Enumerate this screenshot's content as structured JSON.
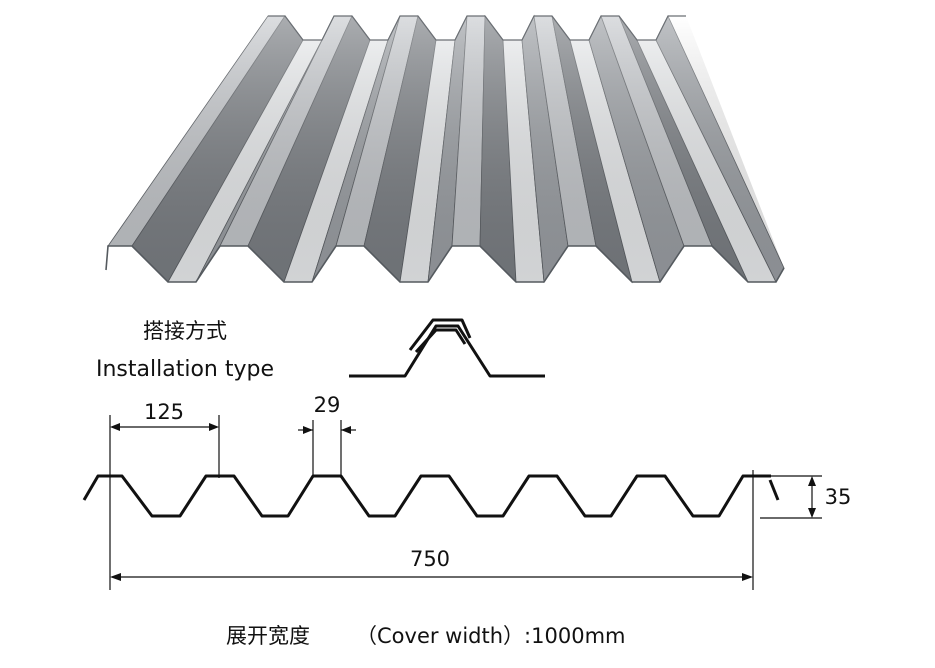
{
  "installation": {
    "title_cn": "搭接方式",
    "title_en": "Installation type"
  },
  "dimensions": {
    "rib_pitch": "125",
    "crest_width": "29",
    "rib_height": "35",
    "effective_width": "750"
  },
  "caption": {
    "cn": "展开宽度",
    "en": "（Cover width）:1000mm"
  }
}
